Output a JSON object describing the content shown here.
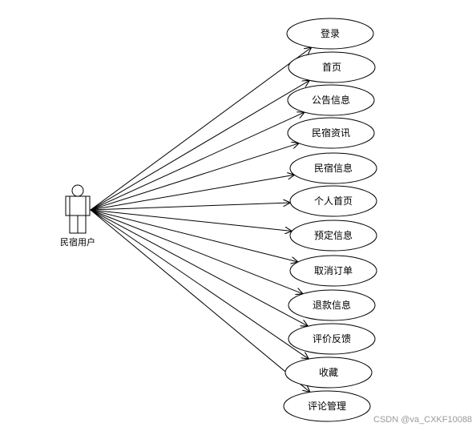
{
  "actor": {
    "label": "民宿用户"
  },
  "use_cases": [
    "登录",
    "首页",
    "公告信息",
    "民宿资讯",
    "民宿信息",
    "个人首页",
    "预定信息",
    "取消订单",
    "退款信息",
    "评价反馈",
    "收藏",
    "评论管理"
  ],
  "watermark": "CSDN @va_CXKF10088"
}
